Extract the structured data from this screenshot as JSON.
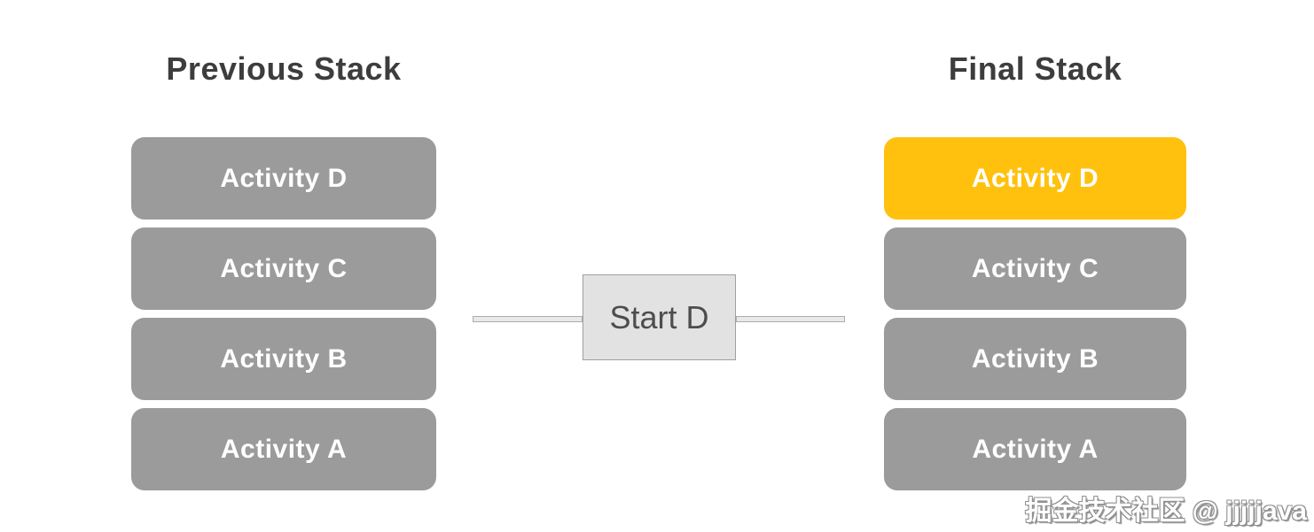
{
  "diagram": {
    "previous_stack": {
      "heading": "Previous Stack",
      "items": [
        {
          "label": "Activity D"
        },
        {
          "label": "Activity C"
        },
        {
          "label": "Activity B"
        },
        {
          "label": "Activity A"
        }
      ]
    },
    "final_stack": {
      "heading": "Final Stack",
      "items": [
        {
          "label": "Activity D",
          "highlighted": true
        },
        {
          "label": "Activity C"
        },
        {
          "label": "Activity B"
        },
        {
          "label": "Activity A"
        }
      ]
    },
    "action_box": {
      "label": "Start D"
    },
    "watermark": {
      "text": "掘金技术社区 @ jjjjjava"
    }
  },
  "colors": {
    "background": "#ffffff",
    "heading_text": "#3d3d3d",
    "activity_box": "#9b9b9b",
    "activity_box_highlight": "#ffc10d",
    "activity_text": "#ffffff",
    "action_box_fill": "#e2e2e2",
    "action_box_border": "#9f9f9f",
    "action_box_text": "#4d4d4d",
    "connector_fill": "#e9e9e9",
    "connector_border": "#adadad",
    "watermark_text": "#ffffff",
    "watermark_shadow": "#8f8f8f"
  }
}
